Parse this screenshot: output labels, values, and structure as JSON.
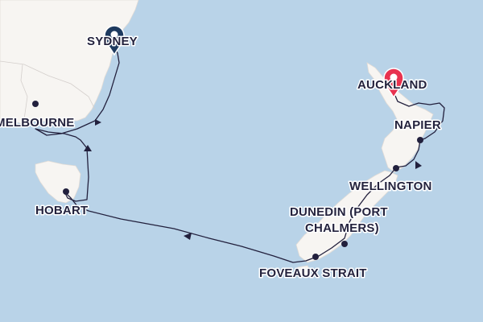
{
  "colors": {
    "ocean": "#b9d3e8",
    "land": "#f7f5f2",
    "border": "#d4cfcc",
    "route": "#22203d",
    "start_marker": "#e8324f",
    "end_marker": "#1e3a5f",
    "label_text": "#23223d"
  },
  "ports": {
    "sydney": "SYDNEY",
    "auckland": "AUCKLAND",
    "melbourne": "MELBOURNE",
    "napier": "NAPIER",
    "wellington": "WELLINGTON",
    "hobart": "HOBART",
    "dunedin_line1": "DUNEDIN (PORT",
    "dunedin_line2": "CHALMERS)",
    "foveaux": "FOVEAUX STRAIT"
  },
  "markers": {
    "start": "map-pin-icon",
    "end": "map-pin-icon"
  }
}
